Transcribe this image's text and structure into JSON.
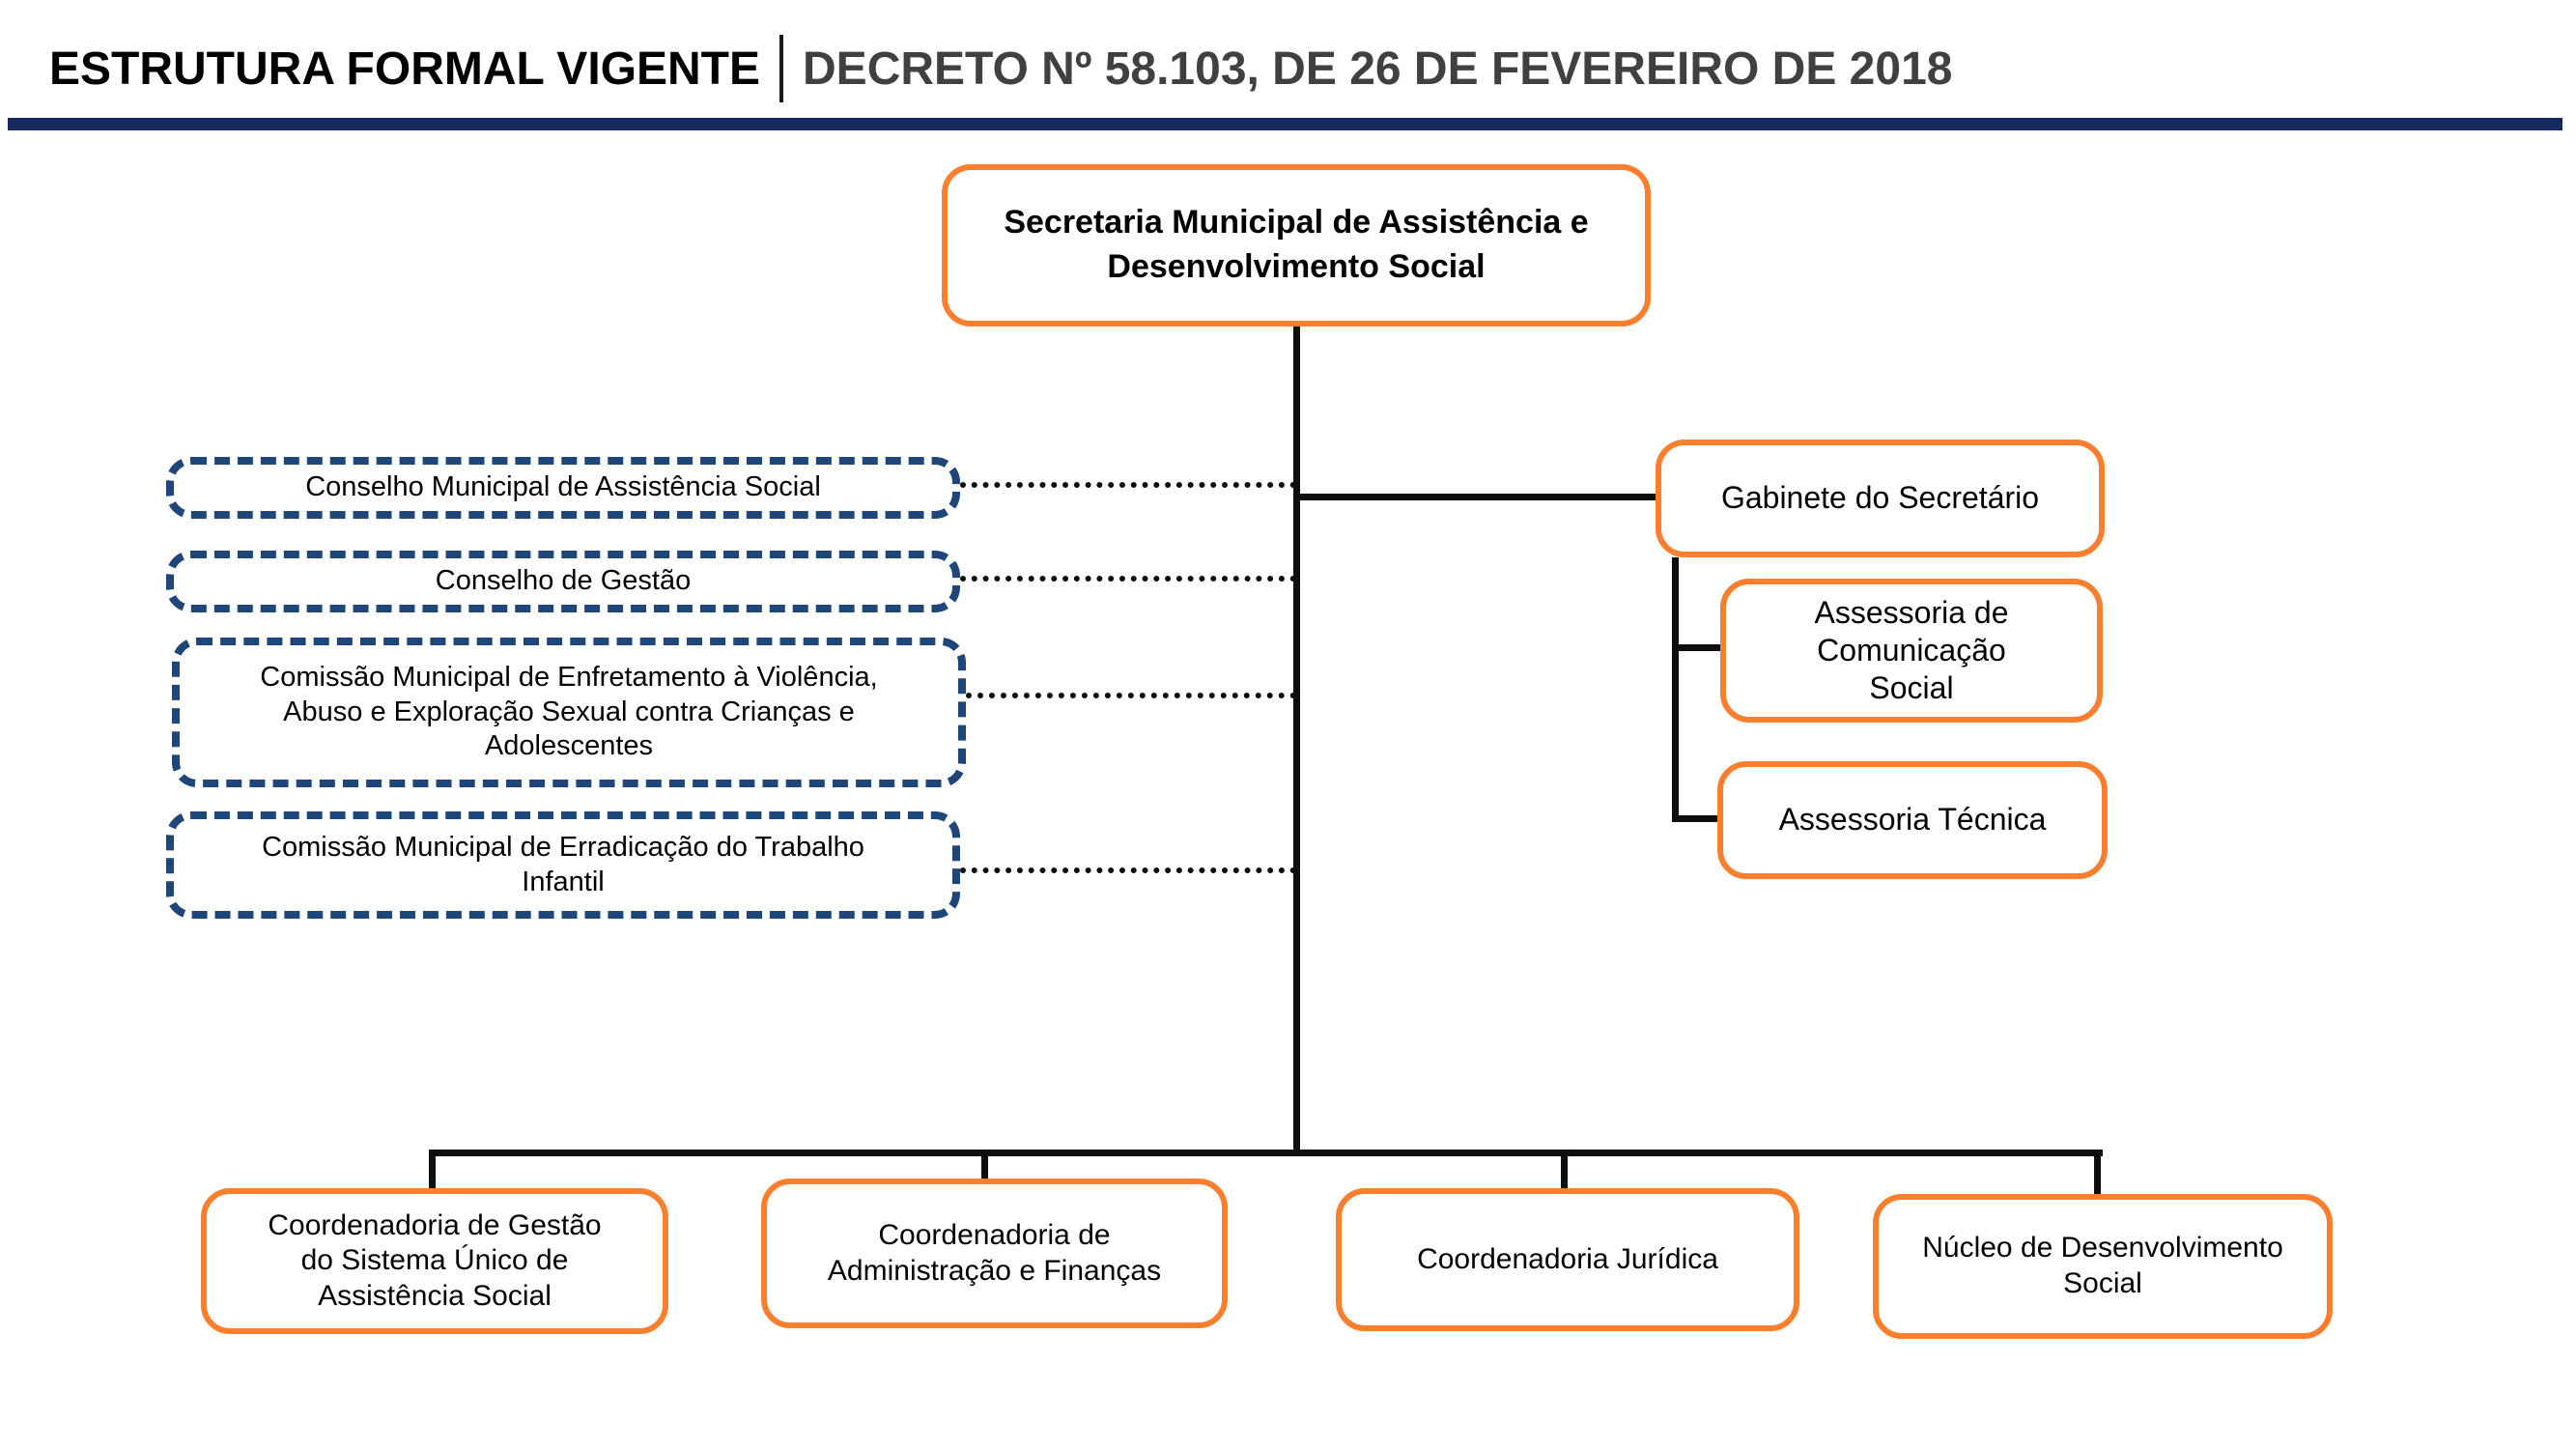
{
  "header": {
    "title": "ESTRUTURA FORMAL VIGENTE",
    "separator": "",
    "subtitle": "DECRETO Nº 58.103, DE 26 DE FEVEREIRO DE 2018"
  },
  "colors": {
    "node_border_orange": "#F97E2D",
    "advisory_border_navy": "#1F4678",
    "header_rule_navy": "#16295E",
    "subtitle_gray": "#404040",
    "connector_black": "#0D0D0D"
  },
  "org": {
    "root": {
      "label": "Secretaria Municipal  de Assistência e\nDesenvolvimento Social"
    },
    "advisory_units": [
      {
        "label": "Conselho Municipal de Assistência Social"
      },
      {
        "label": "Conselho de Gestão"
      },
      {
        "label": "Comissão Municipal de Enfretamento à Violência,\nAbuso e Exploração Sexual contra Crianças e\nAdolescentes"
      },
      {
        "label": "Comissão Municipal de Erradicação do Trabalho\nInfantil"
      }
    ],
    "gabinete": {
      "label": "Gabinete do Secretário"
    },
    "gabinete_children": [
      {
        "label": "Assessoria de\nComunicação\nSocial"
      },
      {
        "label": "Assessoria Técnica"
      }
    ],
    "bottom_units": [
      {
        "label": "Coordenadoria de Gestão\ndo Sistema Único de\nAssistência Social"
      },
      {
        "label": "Coordenadoria de\nAdministração e Finanças"
      },
      {
        "label": "Coordenadoria Jurídica"
      },
      {
        "label": "Núcleo de Desenvolvimento\nSocial"
      }
    ]
  }
}
